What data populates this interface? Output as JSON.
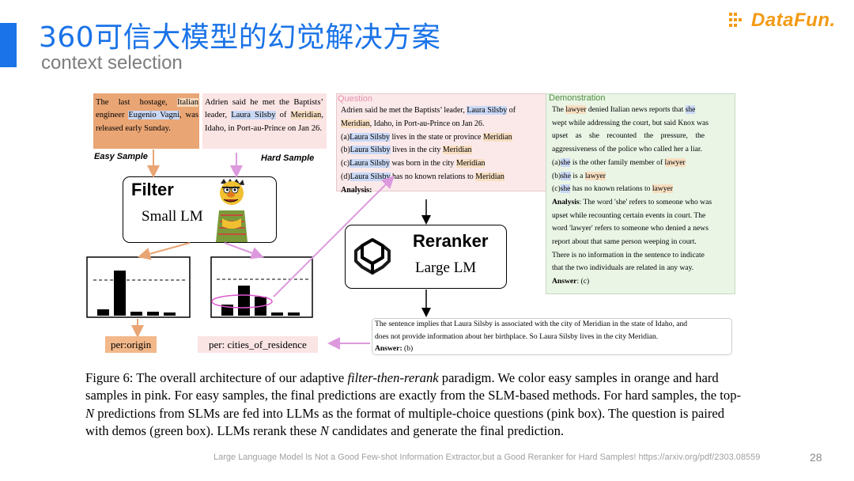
{
  "header": {
    "title": "360可信大模型的幻觉解决方案",
    "subtitle": "context selection",
    "logo_text": "DataFun.",
    "brand_color": "#1a73e8",
    "logo_color": "#f39a14"
  },
  "figure": {
    "easy_box": {
      "segments": [
        "The last hostage, ",
        "Italian",
        " engineer ",
        "Eugenio Vagni",
        ", was released early Sunday."
      ],
      "label": "Easy Sample"
    },
    "hard_box": {
      "segments": [
        "Adrien said he met the Baptists’ leader, ",
        "Laura Silsby",
        " of ",
        "Meridian",
        ", Idaho, in Port-au-Prince on Jan 26."
      ],
      "label": "Hard Sample"
    },
    "filter": {
      "title": "Filter",
      "subtitle": "Small LM"
    },
    "reranker": {
      "title": "Reranker",
      "subtitle": "Large LM"
    },
    "question": {
      "header": "Question",
      "lines": [
        [
          "Adrien said he met the Baptists’ leader, ",
          "Laura Silsby",
          " of"
        ],
        [
          "Meridian",
          ", Idaho, in Port-au-Prince on Jan 26."
        ],
        [
          "(a)",
          "Laura Silsby",
          " lives in the state or province ",
          "Meridian"
        ],
        [
          "(b)",
          "Laura Silsby",
          " lives in the city ",
          "Meridian"
        ],
        [
          "(c)",
          "Laura Silsby",
          " was born in the city ",
          "Meridian"
        ],
        [
          "(d)",
          "Laura Silsby",
          " has no known relations to ",
          "Meridian"
        ]
      ],
      "analysis_label": "Analysis:"
    },
    "demonstration": {
      "header": "Demonstration",
      "lines": [
        [
          "The ",
          "lawyer",
          " denied Italian news reports that ",
          "she"
        ],
        [
          "wept while addressing the court, but said Knox was"
        ],
        [
          "upset as she recounted the pressure, the"
        ],
        [
          "aggressiveness of the police who called her a liar."
        ],
        [
          "(a)",
          "she",
          " is the other family member of ",
          "lawyer"
        ],
        [
          "(b)",
          "she",
          " is a ",
          "lawyer"
        ],
        [
          "(c)",
          "she",
          " has no known relations to ",
          "lawyer"
        ]
      ],
      "analysis_label": "Analysis",
      "analysis_lines": [
        ": The word 'she' refers to someone who was",
        "upset while recounting certain events in court. The",
        "word 'lawyer' refers to someone who denied a news",
        "report about that same person weeping in court.",
        "There is no information in the sentence to indicate",
        "that the two individuals are related in any way."
      ],
      "answer_label": "Answer",
      "answer_value": ": (c)"
    },
    "output": {
      "lines": [
        "The sentence implies that Laura Silsby is associated with the city of Meridian in the state of Idaho, and",
        "does not provide information about her birthplace. So Laura Silsby lives in the city Meridian."
      ],
      "answer_label": "Answer:",
      "answer_value": " (b)"
    },
    "labels": {
      "easy_result": "per:origin",
      "hard_result": "per: cities_of_residence"
    },
    "colors": {
      "easy": "#e9a574",
      "easy_text_bg": "#f2b88a",
      "hard": "#fbe4e4",
      "question_bg": "#fbe9ea",
      "question_header": "#e88fb0",
      "demo_bg": "#eaf5e6",
      "demo_header": "#4f8c3f",
      "pink_arrow": "#dd99dd",
      "orange_arrow": "#e9a574"
    }
  },
  "caption": {
    "segments": [
      "Figure 6: The overall architecture of our adaptive ",
      "filter-then-rerank",
      " paradigm. We color easy samples in orange and hard samples in pink. For easy samples, the final predictions are exactly from the SLM-based methods. For hard samples, the top-",
      "N",
      " predictions from SLMs are fed into LLMs as the format of multiple-choice questions (pink box). The question is paired with demos (green box). LLMs rerank these ",
      "N",
      " candidates and generate the final prediction."
    ]
  },
  "footer": {
    "citation": "Large Language Model Is Not a Good Few-shot Information Extractor,but a Good Reranker for Hard Samples! https://arxiv.org/pdf/2303.08559",
    "page_number": "28"
  }
}
